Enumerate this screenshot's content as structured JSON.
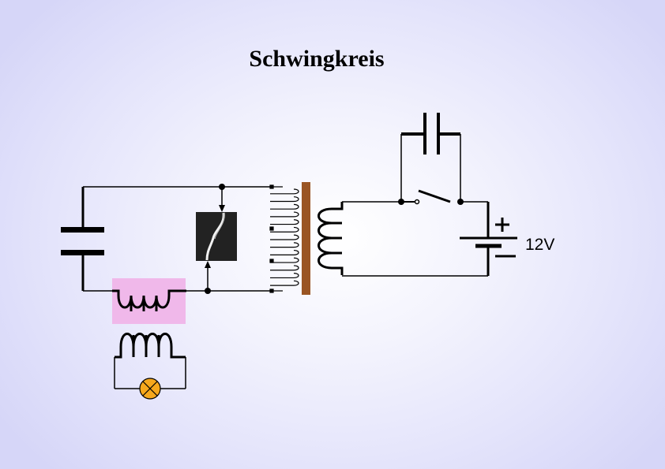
{
  "title": "Schwingkreis",
  "battery": {
    "voltage_label": "12V",
    "plus_label": "+",
    "minus_label": "−"
  },
  "colors": {
    "wire": "#000000",
    "core": "#9a5523",
    "coupling_box": "#f0b8ea",
    "lamp": "#f7a81c",
    "spark_gap_bg": "#222222"
  },
  "components": [
    "main-capacitor",
    "spark-gap",
    "transformer-primary",
    "transformer-secondary",
    "iron-core",
    "switch",
    "switch-capacitor",
    "battery",
    "coupling-coil",
    "pickup-coil",
    "lamp"
  ]
}
